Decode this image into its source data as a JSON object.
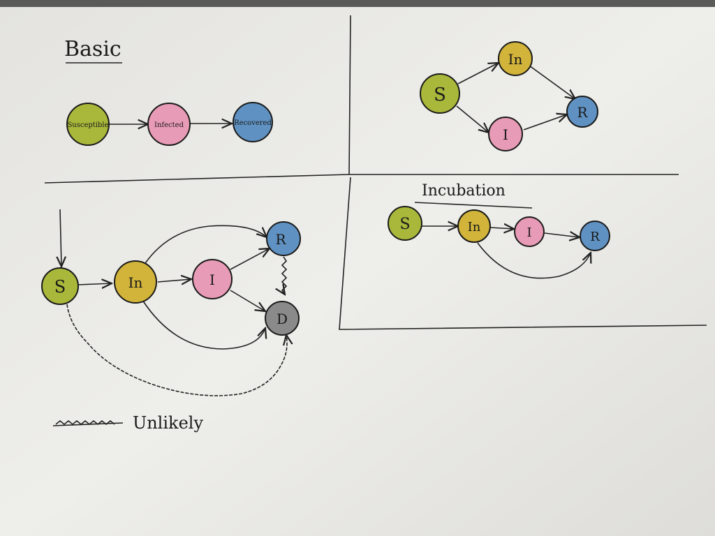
{
  "colors": {
    "paper": "#e9e8e4",
    "susceptible": "#a9b83a",
    "incubation": "#d2b43a",
    "infected": "#e89bb6",
    "recovered": "#5f92c2",
    "dead": "#8a8a8a",
    "ink": "#1a1a1a"
  },
  "basic": {
    "title": "Basic",
    "nodes": [
      "Susceptible",
      "Infected",
      "Recovered"
    ]
  },
  "sir_split": {
    "nodes": {
      "s": "S",
      "in": "In",
      "i": "I",
      "r": "R"
    }
  },
  "incubation": {
    "title": "Incubation",
    "nodes": {
      "s": "S",
      "in": "In",
      "i": "I",
      "r": "R"
    }
  },
  "full": {
    "nodes": {
      "s": "S",
      "in": "In",
      "i": "I",
      "r": "R",
      "d": "D"
    }
  },
  "legend": {
    "label": "Unlikely"
  }
}
